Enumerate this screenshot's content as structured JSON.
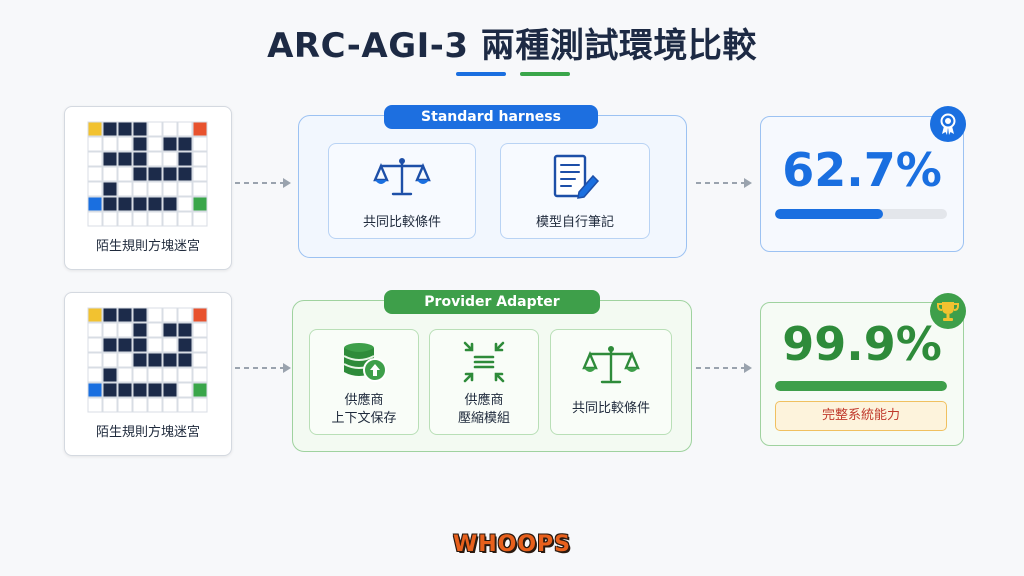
{
  "title": "ARC-AGI-3 兩種測試環境比較",
  "colors": {
    "blue": "#1a6fe0",
    "green": "#3e9f4a",
    "navy": "#1d2a44"
  },
  "rows": [
    {
      "maze_label": "陌生規則方塊迷宮",
      "panel_title": "Standard harness",
      "items": [
        {
          "icon": "scale-icon",
          "label": "共同比較條件"
        },
        {
          "icon": "document-pencil-icon",
          "label": "模型自行筆記"
        }
      ],
      "score": "62.7%",
      "score_fraction": 0.627,
      "badge_icon": "award-ribbon-icon"
    },
    {
      "maze_label": "陌生規則方塊迷宮",
      "panel_title": "Provider Adapter",
      "items": [
        {
          "icon": "database-upload-icon",
          "label_line1": "供應商",
          "label_line2": "上下文保存"
        },
        {
          "icon": "compress-icon",
          "label_line1": "供應商",
          "label_line2": "壓縮模組"
        },
        {
          "icon": "scale-icon",
          "label": "共同比較條件"
        }
      ],
      "score": "99.9%",
      "score_fraction": 0.999,
      "tag": "完整系統能力",
      "badge_icon": "trophy-icon"
    }
  ],
  "logo": "WHOOPS"
}
